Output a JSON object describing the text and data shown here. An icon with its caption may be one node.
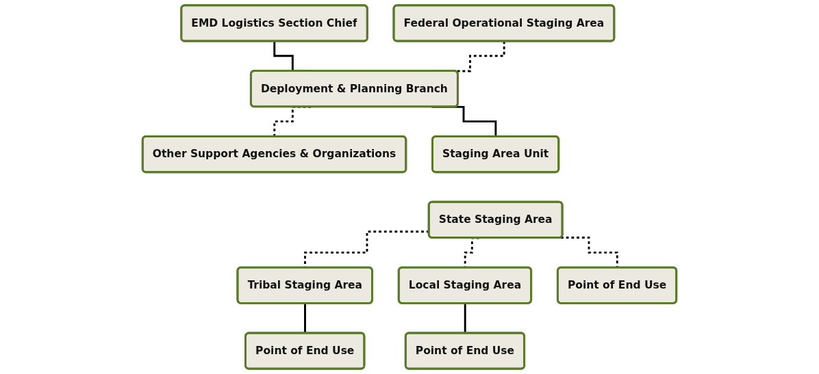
{
  "diagram": {
    "nodes": [
      {
        "text": [
          "EMD Logistics Section Chief"
        ]
      },
      {
        "text": [
          "Federal Operational Staging Area"
        ]
      },
      {
        "text": [
          "Deployment & Planning Branch"
        ]
      },
      {
        "text": [
          "Other Support Agencies & Organizations"
        ]
      },
      {
        "text": [
          "Staging Area Unit"
        ]
      },
      {
        "text": [
          "State Staging Area"
        ]
      },
      {
        "text": [
          "Tribal Staging Area"
        ]
      },
      {
        "text": [
          "Local Staging Area"
        ]
      },
      {
        "text": [
          "Point of End Use"
        ]
      },
      {
        "text": [
          "Point of End Use"
        ]
      },
      {
        "text": [
          "Point of End Use"
        ]
      }
    ],
    "edges": [
      {
        "from": 0,
        "to": 2,
        "arrow": "none"
      },
      {
        "from": 1,
        "to": 2,
        "arrow": "none",
        "style": "dashed"
      },
      {
        "from": 2,
        "to": 3,
        "arrow": "none",
        "style": "dashed"
      },
      {
        "from": 2,
        "to": 4,
        "arrow": "none"
      },
      {
        "from": 5,
        "to": 6,
        "arrow": "none",
        "style": "dashed"
      },
      {
        "from": 5,
        "to": 9,
        "arrow": "none",
        "style": "dashed"
      },
      {
        "from": 5,
        "to": 7,
        "arrow": "none",
        "style": "dashed"
      },
      {
        "from": 6,
        "to": 8,
        "arrow": "none"
      },
      {
        "from": 7,
        "to": 10,
        "arrow": "none"
      }
    ]
  }
}
